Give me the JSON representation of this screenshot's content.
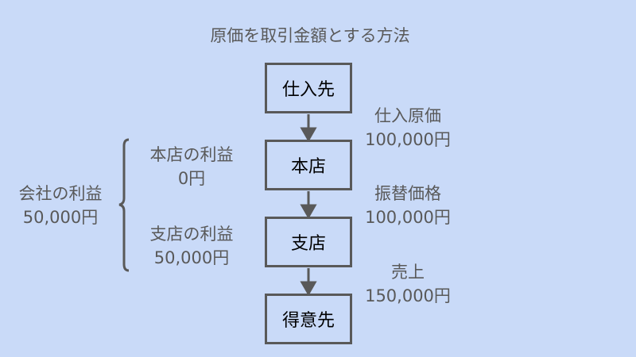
{
  "title": "原価を取引金額とする方法",
  "boxes": [
    "仕入先",
    "本店",
    "支店",
    "得意先"
  ],
  "flows": [
    {
      "label": "仕入原価",
      "amount": "100,000円"
    },
    {
      "label": "振替価格",
      "amount": "100,000円"
    },
    {
      "label": "売上",
      "amount": "150,000円"
    }
  ],
  "profits": {
    "head": {
      "label": "本店の利益",
      "amount": "0円"
    },
    "branch": {
      "label": "支店の利益",
      "amount": "50,000円"
    },
    "company": {
      "label": "会社の利益",
      "amount": "50,000円"
    }
  },
  "colors": {
    "background": "#c9daf8",
    "line": "#595959"
  }
}
